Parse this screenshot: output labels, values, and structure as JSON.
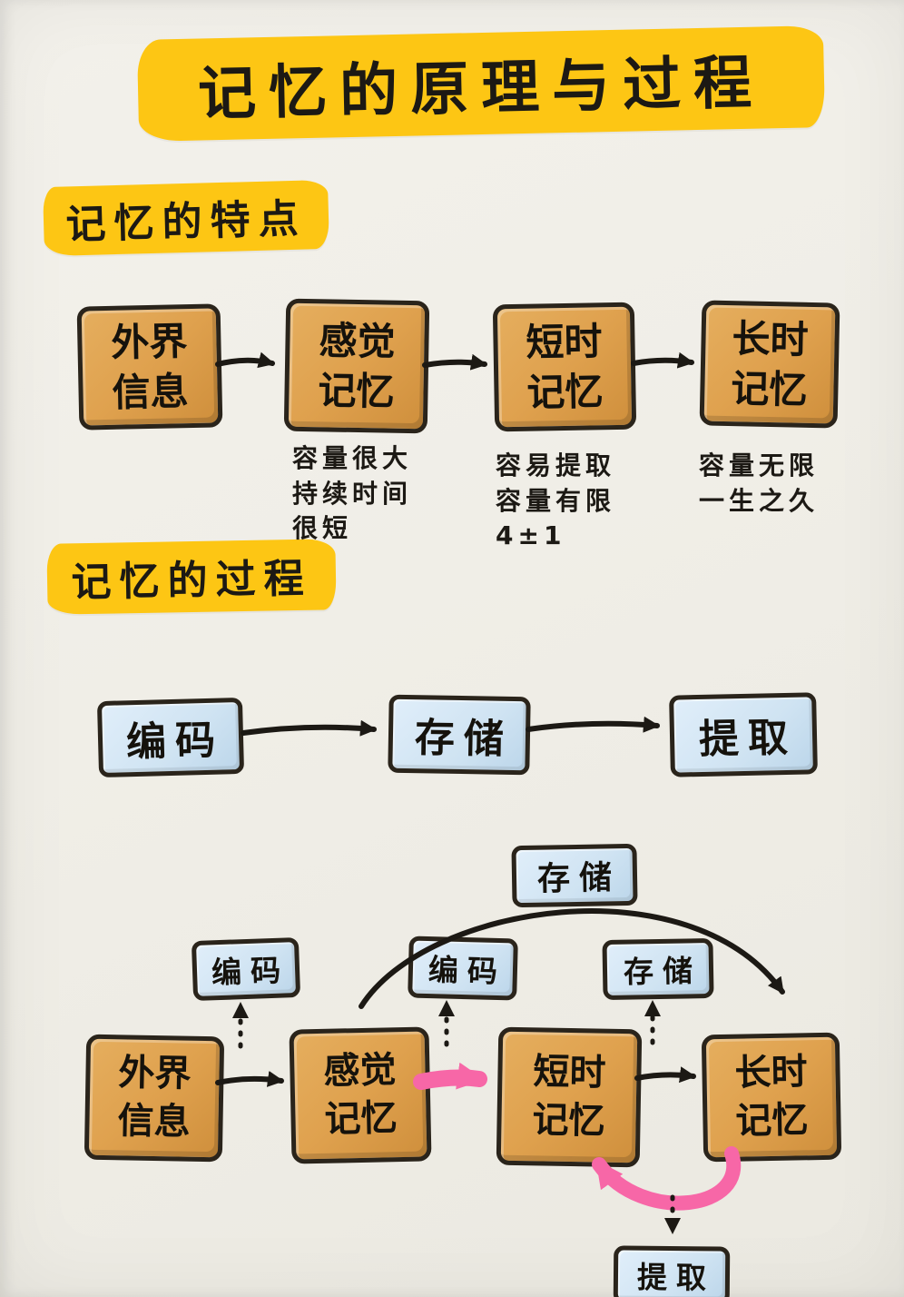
{
  "title": "记忆的原理与过程",
  "sections": {
    "features": {
      "heading": "记忆的特点",
      "flow": [
        {
          "label": "外界信息",
          "note": ""
        },
        {
          "label": "感觉记忆",
          "note": "容量很大\n持续时间\n很短"
        },
        {
          "label": "短时记忆",
          "note": "容易提取\n容量有限\n4±1"
        },
        {
          "label": "长时记忆",
          "note": "容量无限\n一生之久"
        }
      ]
    },
    "process": {
      "heading": "记忆的过程",
      "steps": [
        "编码",
        "存储",
        "提取"
      ]
    },
    "model": {
      "top_storage": "存储",
      "encoding_left": "编码",
      "encoding_mid": "编码",
      "storage_right": "存储",
      "retrieval": "提取",
      "flow": [
        "外界信息",
        "感觉记忆",
        "短时记忆",
        "长时记忆"
      ]
    }
  },
  "colors": {
    "paper": "#f0eee7",
    "highlight": "#fdc614",
    "memory_box": "#dfa14e",
    "process_box": "#cfe3f2",
    "ink": "#1c1914",
    "pink": "#f767a7"
  }
}
